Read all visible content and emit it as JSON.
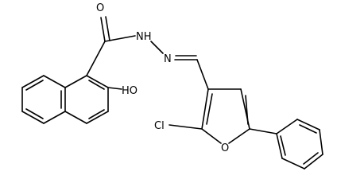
{
  "molecule": {
    "atom_labels": {
      "oxygen_carbonyl": "O",
      "amide_nh": "NH",
      "hydrazone_n": "N",
      "hydroxyl": "HO",
      "chloro": "Cl",
      "furan_oxygen": "O"
    }
  }
}
